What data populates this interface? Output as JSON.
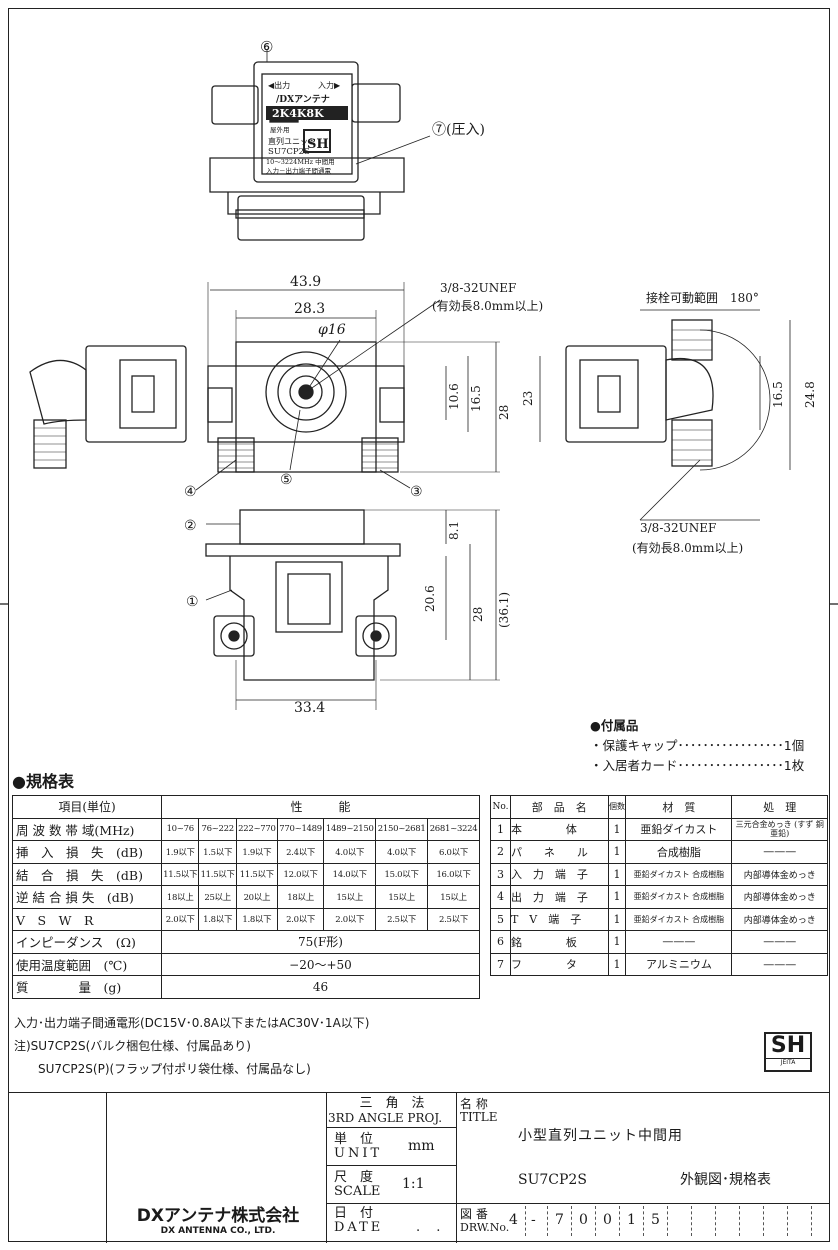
{
  "drawing": {
    "top_view": {
      "callout_6": "⑥",
      "label_out": "◀出力",
      "label_in": "入力▶",
      "brand": "/DXアンテナ",
      "band_badge": "2K4K8K",
      "small_tag": "屋外用",
      "product_line": "直列ユニット",
      "model": "SU7CP2S",
      "sh_mark": "SH",
      "spec_line1": "10～3224MHz 中間用",
      "spec_line2": "入力－出力端子間通電",
      "callout_7": "⑦(圧入)"
    },
    "front_view": {
      "dim_width": "43.9",
      "dim_inner": "28.3",
      "dim_phi": "φ16",
      "thread": "3/8-32UNEF",
      "thread_note": "(有効長8.0mm以上)",
      "dim_10_6": "10.6",
      "dim_16_5": "16.5",
      "dim_28": "28",
      "callout_4": "④",
      "callout_5": "⑤",
      "callout_3": "③"
    },
    "left_view": {
      "dim_23": "23"
    },
    "right_view": {
      "rotation": "接栓可動範囲　180°",
      "dim_16_5": "16.5",
      "dim_24_8": "24.8",
      "thread": "3/8-32UNEF",
      "thread_note": "(有効長8.0mm以上)"
    },
    "bottom_view": {
      "callout_2": "②",
      "callout_1": "①",
      "dim_8_1": "8.1",
      "dim_20_6": "20.6",
      "dim_28": "28",
      "dim_36_1": "(36.1)",
      "dim_33_4": "33.4"
    }
  },
  "accessories": {
    "title": "●付属品",
    "items": [
      "・保護キャップ･････････････････1個",
      "・入居者カード･････････････････1枚"
    ]
  },
  "spec_table": {
    "title": "●規格表",
    "header_item": "項目(単位)",
    "header_perf": "性　　　能",
    "rows": [
      {
        "item": "周 波 数 帯 域(MHz)",
        "vals": [
          "10~76",
          "76~222",
          "222~770",
          "770~1489",
          "1489~2150",
          "2150~2681",
          "2681~3224"
        ]
      },
      {
        "item": "挿　入　損　失　(dB)",
        "vals": [
          "1.9以下",
          "1.5以下",
          "1.9以下",
          "2.4以下",
          "4.0以下",
          "4.0以下",
          "6.0以下"
        ]
      },
      {
        "item": "結　合　損　失　(dB)",
        "vals": [
          "11.5以下",
          "11.5以下",
          "11.5以下",
          "12.0以下",
          "14.0以下",
          "15.0以下",
          "16.0以下"
        ]
      },
      {
        "item": "逆 結 合 損 失　(dB)",
        "vals": [
          "18以上",
          "25以上",
          "20以上",
          "18以上",
          "15以上",
          "15以上",
          "15以上"
        ]
      },
      {
        "item": "V　S　W　R",
        "vals": [
          "2.0以下",
          "1.8以下",
          "1.8以下",
          "2.0以下",
          "2.0以下",
          "2.5以下",
          "2.5以下"
        ]
      }
    ],
    "impedance": {
      "item": "インピーダンス　(Ω)",
      "value": "75(F形)"
    },
    "temperature": {
      "item": "使用温度範囲　(℃)",
      "value": "−20～+50"
    },
    "mass": {
      "item": "質　　　　量　(g)",
      "value": "46"
    }
  },
  "parts_table": {
    "headers": [
      "No.",
      "部　品　名",
      "個数",
      "材　質",
      "処　理"
    ],
    "rows": [
      {
        "no": "1",
        "name": "本　　　　体",
        "qty": "1",
        "material": "亜鉛ダイカスト",
        "finish": "三元合金めっき (すず 銅 亜鉛)"
      },
      {
        "no": "2",
        "name": "パ　　ネ　　ル",
        "qty": "1",
        "material": "合成樹脂",
        "finish": "———"
      },
      {
        "no": "3",
        "name": "入　力　端　子",
        "qty": "1",
        "material": "亜鉛ダイカスト 合成樹脂",
        "finish": "内部導体金めっき"
      },
      {
        "no": "4",
        "name": "出　力　端　子",
        "qty": "1",
        "material": "亜鉛ダイカスト 合成樹脂",
        "finish": "内部導体金めっき"
      },
      {
        "no": "5",
        "name": "T　V　端　子",
        "qty": "1",
        "material": "亜鉛ダイカスト 合成樹脂",
        "finish": "内部導体金めっき"
      },
      {
        "no": "6",
        "name": "銘　　　　板",
        "qty": "1",
        "material": "———",
        "finish": "———"
      },
      {
        "no": "7",
        "name": "フ　　　　タ",
        "qty": "1",
        "material": "アルミニウム",
        "finish": "———"
      }
    ]
  },
  "notes": [
    "入力･出力端子間通電形(DC15V･0.8A以下またはAC30V･1A以下)",
    "注)SU7CP2S(バルク梱包仕様、付属品あり)",
    "SU7CP2S(P)(フラップ付ポリ袋仕様、付属品なし)"
  ],
  "sh_logo": {
    "big": "SH",
    "small": "JEITA"
  },
  "title_block": {
    "company_jp": "DXアンテナ株式会社",
    "company_en": "DX ANTENNA CO., LTD.",
    "projection_jp": "三　角　法",
    "projection_en": "3RD ANGLE PROJ.",
    "unit_jp": "単　位",
    "unit_en": "UNIT",
    "unit_value": "mm",
    "scale_jp": "尺　度",
    "scale_en": "SCALE",
    "scale_value": "1:1",
    "date_jp": "日　付",
    "date_en": "DATE",
    "date_value": ". .",
    "name_jp": "名 称",
    "name_en": "TITLE",
    "product_title": "小型直列ユニット中間用",
    "model": "SU7CP2S",
    "doc_type": "外観図･規格表",
    "drw_jp": "図 番",
    "drw_en": "DRW.No.",
    "drw_digits": [
      "4",
      "-",
      "7",
      "0",
      "0",
      "1",
      "5"
    ]
  }
}
